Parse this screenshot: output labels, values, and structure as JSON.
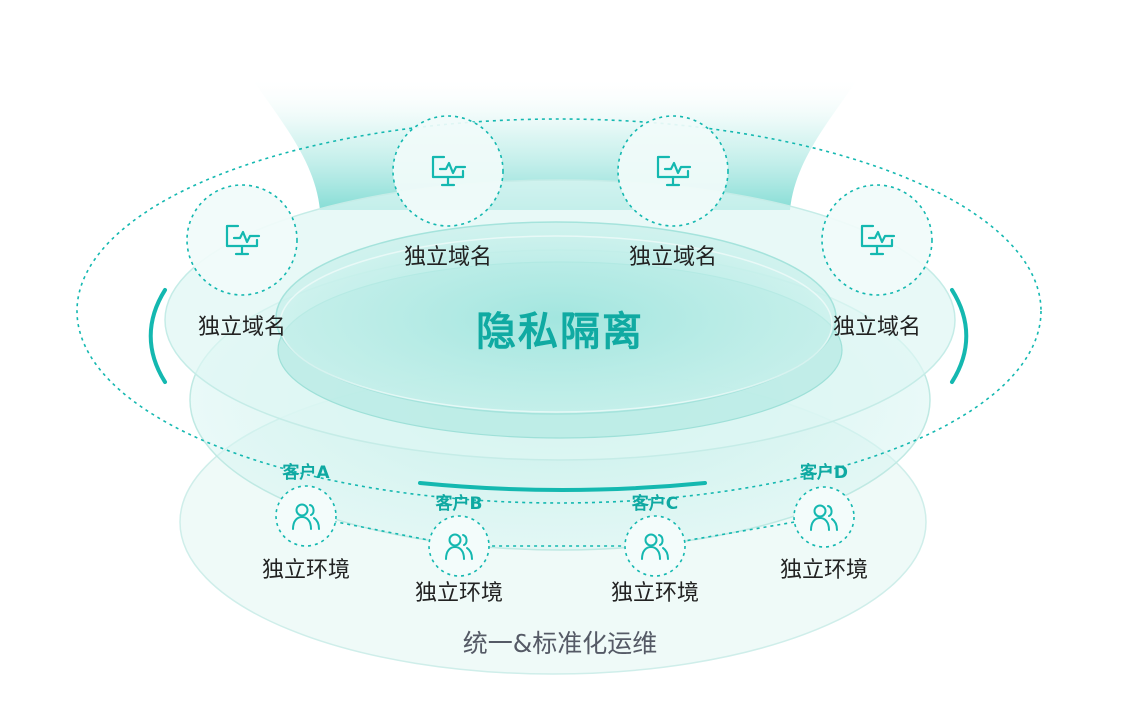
{
  "center_label": "隐私隔离",
  "bottom_label": "统一&标准化运维",
  "domains": [
    {
      "label": "独立域名",
      "icon": "monitor-pulse-icon"
    },
    {
      "label": "独立域名",
      "icon": "monitor-pulse-icon"
    },
    {
      "label": "独立域名",
      "icon": "monitor-pulse-icon"
    },
    {
      "label": "独立域名",
      "icon": "monitor-pulse-icon"
    }
  ],
  "customers": [
    {
      "name": "客户A",
      "label": "独立环境",
      "icon": "users-icon"
    },
    {
      "name": "客户B",
      "label": "独立环境",
      "icon": "users-icon"
    },
    {
      "name": "客户C",
      "label": "独立环境",
      "icon": "users-icon"
    },
    {
      "name": "客户D",
      "label": "独立环境",
      "icon": "users-icon"
    }
  ],
  "colors": {
    "accent": "#14b8b0",
    "accent_dark": "#0fa9a2",
    "text": "#222222",
    "muted_text": "#555a66"
  }
}
